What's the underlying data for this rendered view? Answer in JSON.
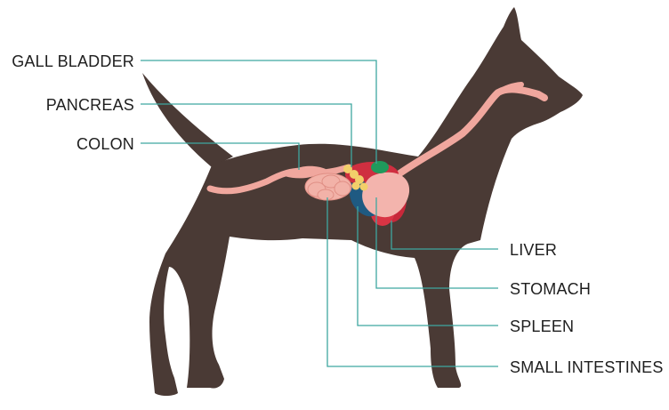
{
  "labels": {
    "gall_bladder": "GALL BLADDER",
    "pancreas": "PANCREAS",
    "colon": "COLON",
    "liver": "LIVER",
    "stomach": "STOMACH",
    "spleen": "SPLEEN",
    "small_intestines": "SMALL INTESTINES"
  },
  "colors": {
    "dog_body": "#4a3a35",
    "leader_line": "#3fa7a0",
    "esophagus_colon": "#f0a79e",
    "stomach": "#f3b4ad",
    "liver": "#c8283a",
    "spleen": "#1f5a82",
    "gall_bladder": "#1f9a5c",
    "pancreas": "#f2cf6a",
    "small_intestines": "#f2b2a8"
  }
}
